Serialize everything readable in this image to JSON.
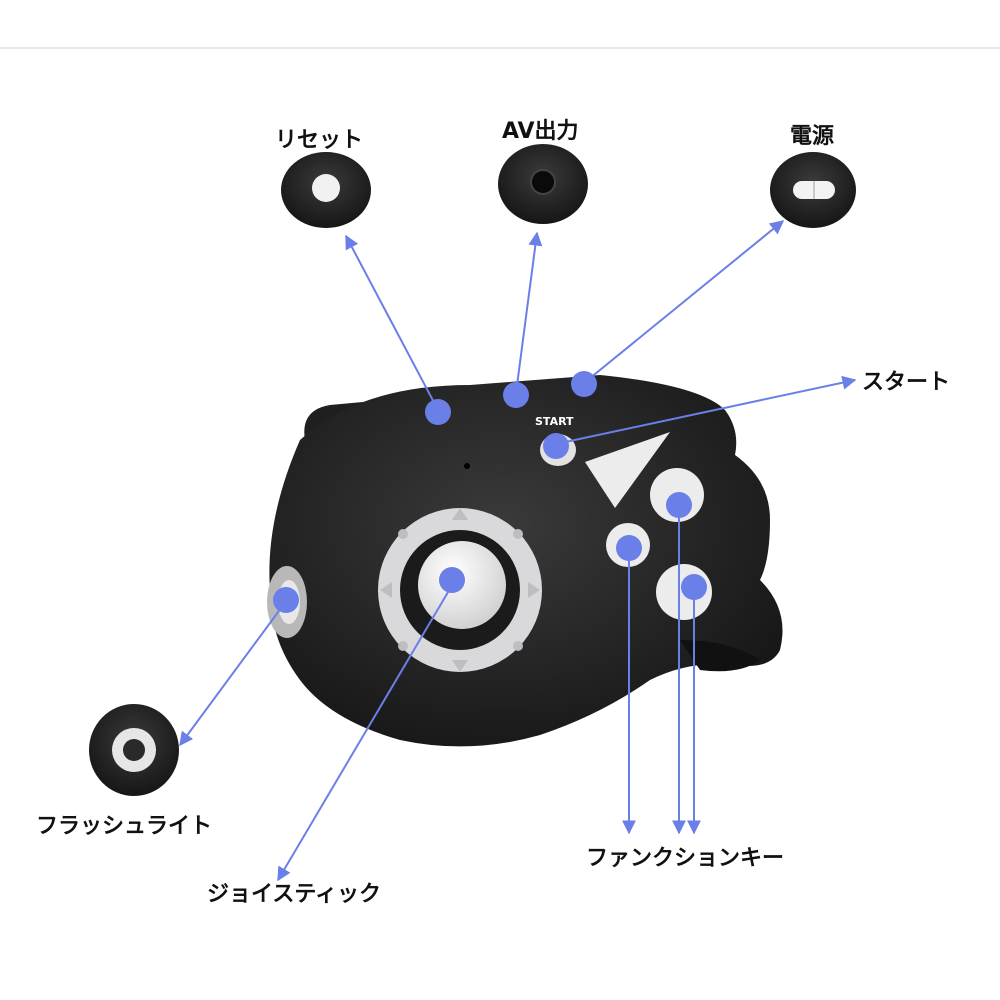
{
  "colors": {
    "callout": "#6b7fe8",
    "device_body": "#2a2a2a",
    "device_shell": "#1c1c1c",
    "button_white": "#e9e9e9",
    "dpad_ring": "#d9d9dc"
  },
  "device": {
    "start_print": "START"
  },
  "labels": {
    "reset": "リセット",
    "av_out": "AV出力",
    "power": "電源",
    "start": "スタート",
    "flashlight": "フラッシュライト",
    "joystick": "ジョイスティック",
    "function_keys": "ファンクションキー"
  },
  "icons": {
    "reset_inset": "reset-button-closeup",
    "av_inset": "av-jack-closeup",
    "power_inset": "power-switch-closeup",
    "flashlight_inset": "flashlight-lens-closeup"
  }
}
